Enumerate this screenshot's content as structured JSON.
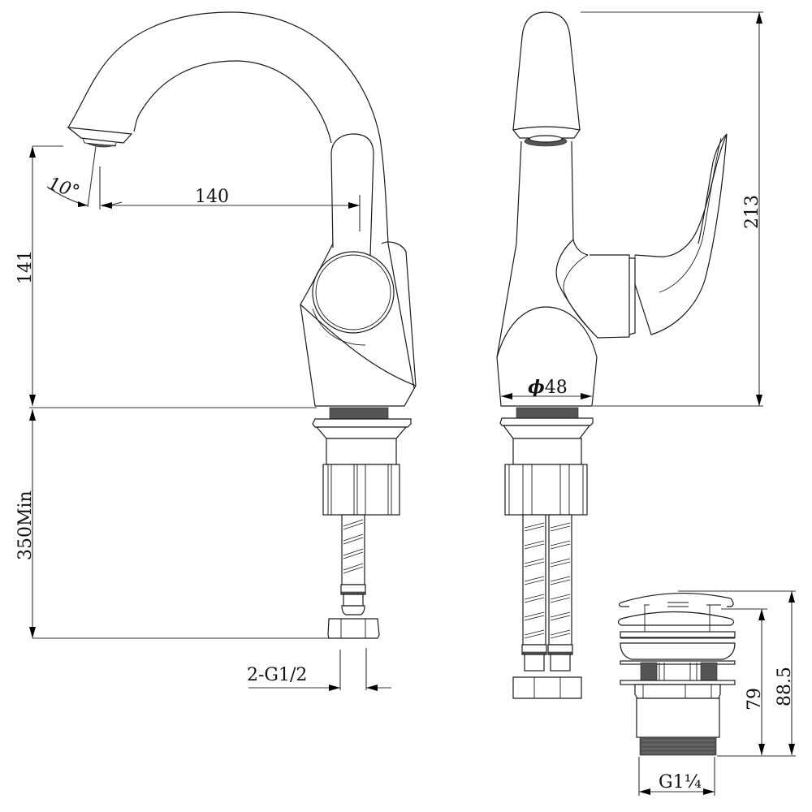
{
  "drawing": {
    "title": "Basin mixer faucet technical drawing",
    "views": [
      "side-view",
      "front-view",
      "pop-up-drain-detail"
    ],
    "line_color": "#1a1a1a",
    "background": "#ffffff"
  },
  "dimensions": {
    "spout_angle": "10°",
    "spout_reach": "140",
    "spout_height": "141",
    "hose_length": "350Min",
    "inlet_thread": "2-G1/2",
    "total_height": "213",
    "base_diameter_symbol": "ϕ",
    "base_diameter": "48",
    "drain_height_79": "79",
    "drain_height_885": "88.5",
    "drain_thread_main": "G1",
    "drain_thread_frac": "¼"
  }
}
